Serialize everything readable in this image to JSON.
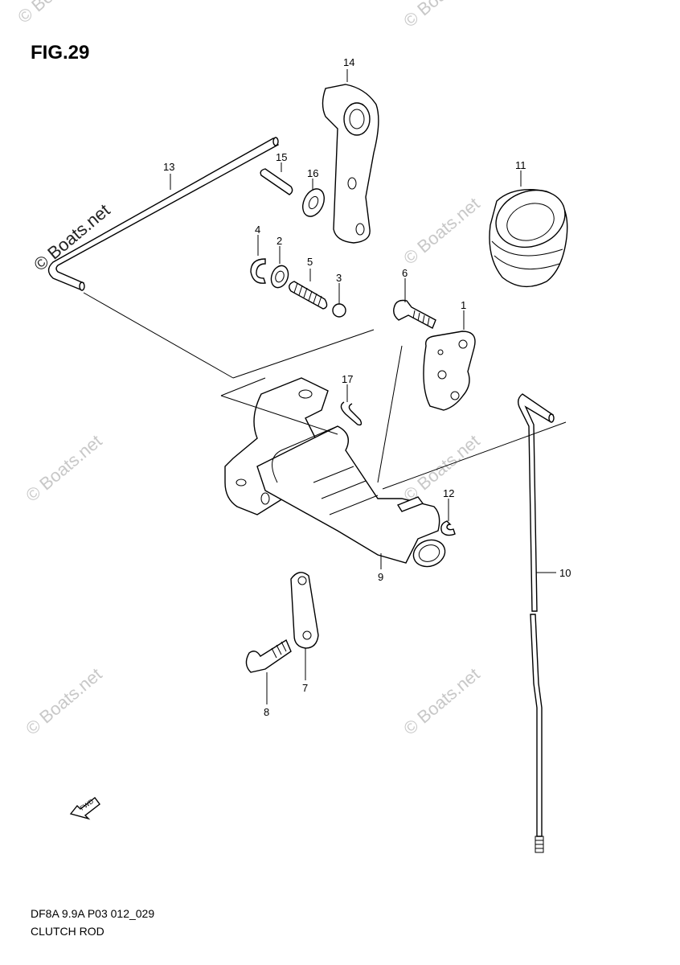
{
  "figure": {
    "title": "FIG.29",
    "code": "DF8A 9.9A P03 012_029",
    "name": "CLUTCH ROD"
  },
  "watermark": {
    "text": "© Boats.net",
    "main_text": "© Boats.net"
  },
  "fwd_label": "FWD",
  "callouts": [
    {
      "id": "1",
      "label": "1"
    },
    {
      "id": "2",
      "label": "2"
    },
    {
      "id": "3",
      "label": "3"
    },
    {
      "id": "4",
      "label": "4"
    },
    {
      "id": "5",
      "label": "5"
    },
    {
      "id": "6",
      "label": "6"
    },
    {
      "id": "7",
      "label": "7"
    },
    {
      "id": "8",
      "label": "8"
    },
    {
      "id": "9",
      "label": "9"
    },
    {
      "id": "10",
      "label": "10"
    },
    {
      "id": "11",
      "label": "11"
    },
    {
      "id": "12",
      "label": "12"
    },
    {
      "id": "13",
      "label": "13"
    },
    {
      "id": "14",
      "label": "14"
    },
    {
      "id": "15",
      "label": "15"
    },
    {
      "id": "16",
      "label": "16"
    },
    {
      "id": "17",
      "label": "17"
    }
  ]
}
